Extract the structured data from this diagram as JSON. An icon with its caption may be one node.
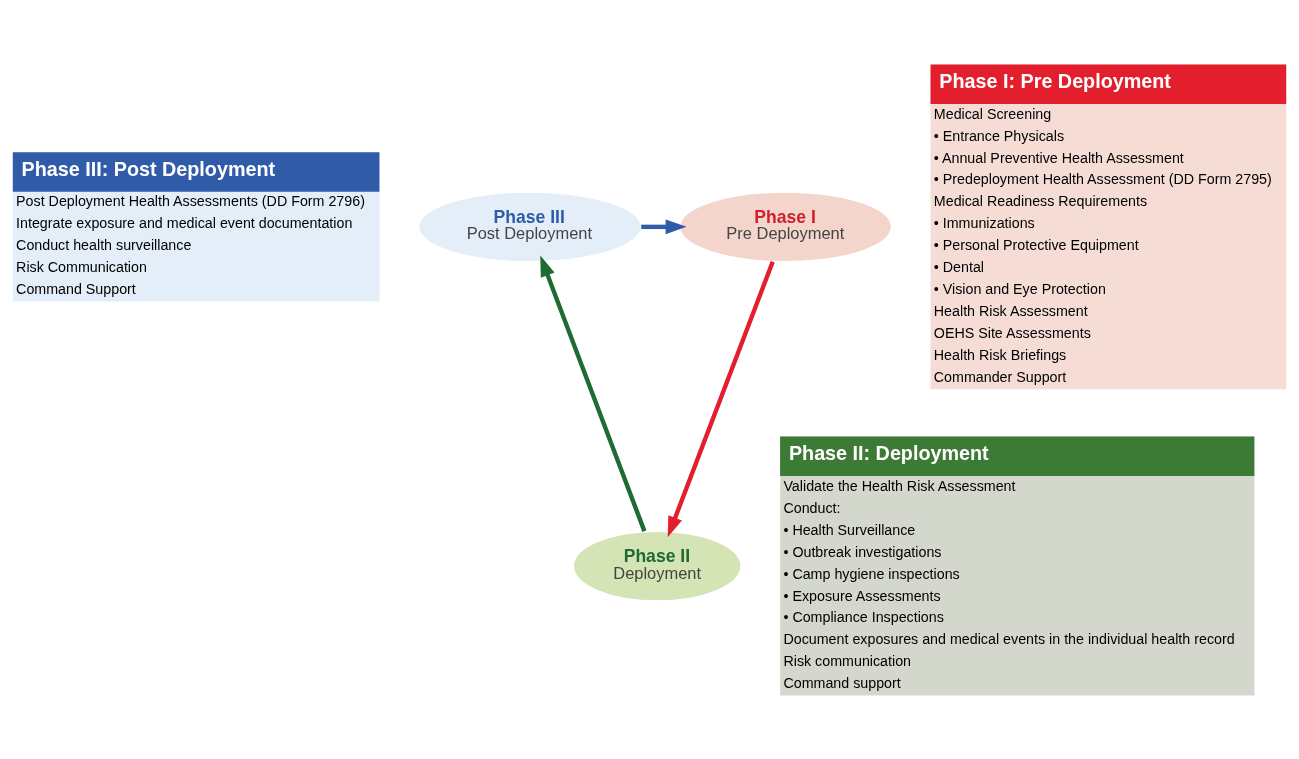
{
  "diagram": {
    "nodes": [
      {
        "text": [
          "Phase III: Post Deployment",
          "Post Deployment Health Assessments (DD Form 2796)",
          "Integrate exposure and medical event documentation",
          "Conduct health surveillance",
          "Risk Communication",
          "Command Support"
        ]
      },
      {
        "text": [
          "Phase I: Pre Deployment",
          "Medical Screening",
          "• Entrance Physicals",
          "• Annual Preventive Health Assessment",
          "• Predeployment Health Assessment (DD Form 2795)",
          "Medical Readiness Requirements",
          "• Immunizations",
          "• Personal Protective Equipment",
          "• Dental",
          "• Vision and Eye Protection",
          "Health Risk Assessment",
          "OEHS Site Assessments",
          "Health Risk Briefings",
          "Commander Support"
        ]
      },
      {
        "text": [
          "Phase III",
          "Post Deployment"
        ]
      },
      {
        "text": [
          "Phase I",
          "Pre Deployment"
        ]
      },
      {
        "text": [
          "Phase II",
          "Deployment"
        ]
      },
      {
        "text": [
          "Phase II: Deployment",
          "Validate the Health Risk Assessment",
          "Conduct:",
          "• Health Surveillance",
          "• Outbreak investigations",
          "• Camp hygiene inspections",
          "• Exposure Assessments",
          "• Compliance Inspections",
          "Document exposures and medical events in the individual health record",
          "Risk communication",
          "Command support"
        ]
      }
    ],
    "edges": [
      {
        "from": 3,
        "to": 4,
        "arrow": "to",
        "color": "#e31e2d"
      },
      {
        "from": 4,
        "to": 2,
        "arrow": "to",
        "color": "#1e6b34"
      },
      {
        "from": 2,
        "to": 3,
        "arrow": "to",
        "color": "#2f5ba8"
      }
    ]
  }
}
